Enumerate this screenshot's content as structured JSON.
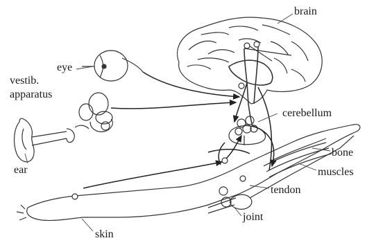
{
  "labels": {
    "brain": "brain",
    "eye": "eye",
    "vestib_line1": "vestib.",
    "vestib_line2": "apparatus",
    "cerebellum": "cerebellum",
    "bone": "bone",
    "muscles": "muscles",
    "tendon": "tendon",
    "ear": "ear",
    "joint": "joint",
    "skin": "skin"
  }
}
